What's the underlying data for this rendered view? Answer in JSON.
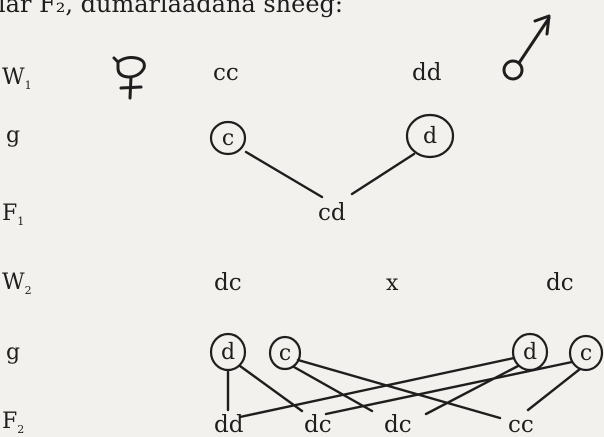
{
  "header": {
    "text": "lar F₂, dumarlaadana sheeg:"
  },
  "rows": {
    "w1": {
      "main": "W",
      "sub": "1"
    },
    "g1": {
      "main": "g",
      "sub": ""
    },
    "f1": {
      "main": "F",
      "sub": "1"
    },
    "w2": {
      "main": "W",
      "sub": "2"
    },
    "g2": {
      "main": "g",
      "sub": ""
    },
    "f2": {
      "main": "F",
      "sub": "2"
    }
  },
  "symbols": {
    "female": "female-symbol",
    "male": "male-symbol"
  },
  "generation_1": {
    "parent_female": "cc",
    "parent_male": "dd",
    "gamete_female": "c",
    "gamete_male": "d",
    "offspring": "cd"
  },
  "generation_2": {
    "parent_left": "dc",
    "cross_sign": "x",
    "parent_right": "dc",
    "gametes_left": [
      "d",
      "c"
    ],
    "gametes_right": [
      "d",
      "c"
    ],
    "offspring": [
      "dd",
      "dc",
      "dc",
      "cc"
    ]
  }
}
